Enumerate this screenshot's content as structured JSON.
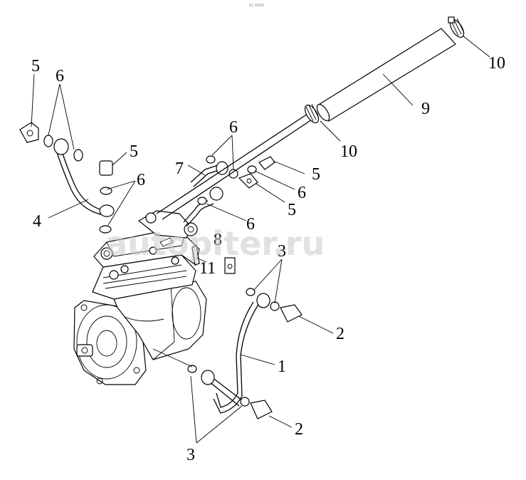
{
  "header": {
    "corner_text": "RL 0000"
  },
  "watermark": {
    "text": "autopiter.ru"
  },
  "callouts": {
    "c1": "1",
    "c2a": "2",
    "c2b": "2",
    "c3a": "3",
    "c3b": "3",
    "c4": "4",
    "c5a": "5",
    "c5b": "5",
    "c5c": "5",
    "c5d": "5",
    "c6a": "6",
    "c6b": "6",
    "c6c": "6",
    "c6d": "6",
    "c6e": "6",
    "c7": "7",
    "c8": "8",
    "c9": "9",
    "c10a": "10",
    "c10b": "10",
    "c11": "11"
  }
}
